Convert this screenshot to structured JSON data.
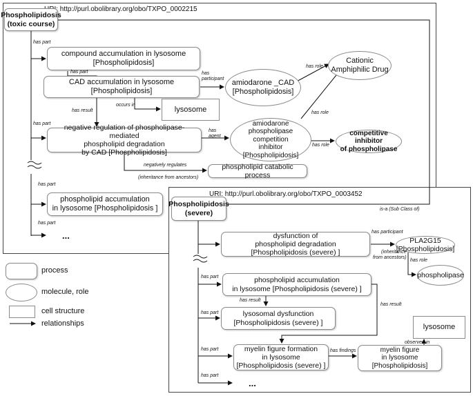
{
  "panel_toxic": {
    "uri": "URI: http://purl.obolibrary.org/obo/TXPO_0002215",
    "root": "Phospholipidosis\n(toxic course)",
    "nodes": {
      "compound_accum": "compound  accumulation in lysosome\n[Phospholipidosis]",
      "cad_accum": "CAD accumulation in lysosome\n[Phospholipidosis]",
      "amiodarone_cad": "amiodarone _CAD\n[Phospholipidosis]",
      "cationic_drug": "Cationic\nAmphiphilic Drug",
      "lysosome": "lysosome",
      "neg_reg": "negative regulation of phospholipase-mediated\nphospholipid degradation\nby CAD [Phospholipidosis]",
      "amiodarone_inhibitor": "amiodarone\nphospholipase competition\ninhibitor\n[Phospholipidosis]",
      "competitive_inhibitor": "competitive inhibitor\nof phospholipase",
      "catabolic": "phospholipid catabolic process",
      "pl_accum": "phospholipid accumulation\nin lysosome [Phospholipidosis ]",
      "ellipsis": "..."
    },
    "labels": {
      "has_part_1": "has part",
      "has_part_2": "has part",
      "has_part_3": "has part",
      "has_part_4": "has part",
      "has_part_5": "has part",
      "has_participant": "has\nparticipant",
      "has_role_1": "has role",
      "has_role_2": "has role",
      "has_role_3": "has role",
      "has_result": "has result",
      "occurs_in": "occurs in",
      "has_agent": "has\nagent",
      "neg_regulates": "negatively regulates",
      "inheritance": "(inheritance from ancestors)"
    }
  },
  "panel_severe": {
    "uri": "URI: http://purl.obolibrary.org/obo/TXPO_0003452",
    "root": "Phospholipidosis\n(severe)",
    "is_a": "is-a (Sub Class of)",
    "nodes": {
      "dysfunction": "dysfunction of\nphospholipid degradation\n[Phospholipidosis (severe) ]",
      "pla2g15": "PLA2G15\n[Phospholipidosis]",
      "phospholipase": "phospholipase",
      "pl_accum": "phospholipid accumulation\nin lysosome [Phospholipidosis (severe) ]",
      "lyso_dysfunction": "lysosomal dysfunction\n[Phospholipidosis (severe) ]",
      "lysosome": "lysosome",
      "myelin_formation": "myelin figure formation\nin lysosome\n[Phospholipidosis (severe) ]",
      "myelin_figure": "myelin figure\nin lysosome\n[Phospholipidosis]",
      "ellipsis": "..."
    },
    "labels": {
      "has_participant": "has participant",
      "inheritance": "(inheritance\nfrom ancestors)",
      "has_role": "has role",
      "has_part_1": "has part",
      "has_part_2": "has part",
      "has_part_3": "has part",
      "has_part_4": "has part",
      "has_result_1": "has result",
      "has_result_2": "has result",
      "has_findings": "has findings",
      "observed_in": "observed in"
    }
  },
  "legend": {
    "process": "process",
    "molecule": "molecule, role",
    "cell": "cell structure",
    "relationships": "relationships"
  }
}
